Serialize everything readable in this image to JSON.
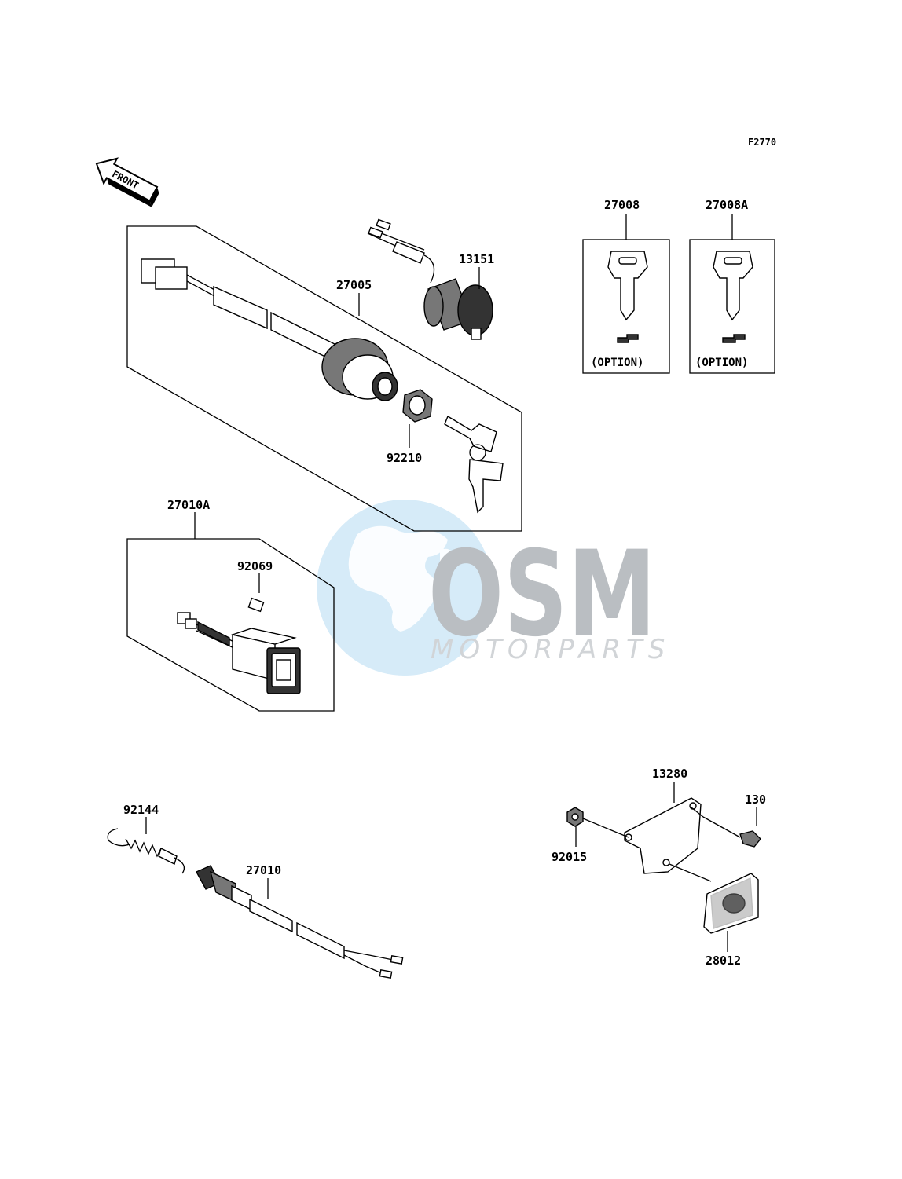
{
  "figure_code": "F2770",
  "front_arrow_label": "FRONT",
  "option_label": "(OPTION)",
  "watermark": {
    "logo_text": "OSM",
    "subtitle": "MOTORPARTS",
    "globe_color": "#bfe1f5",
    "text_color": "#aeb3b8"
  },
  "parts": {
    "p27005": "27005",
    "p13151": "13151",
    "p27008": "27008",
    "p27008A": "27008A",
    "p92210": "92210",
    "p27010A": "27010A",
    "p92069": "92069",
    "p92144": "92144",
    "p27010": "27010",
    "p13280": "13280",
    "p130": "130",
    "p92015": "92015",
    "p28012": "28012"
  }
}
